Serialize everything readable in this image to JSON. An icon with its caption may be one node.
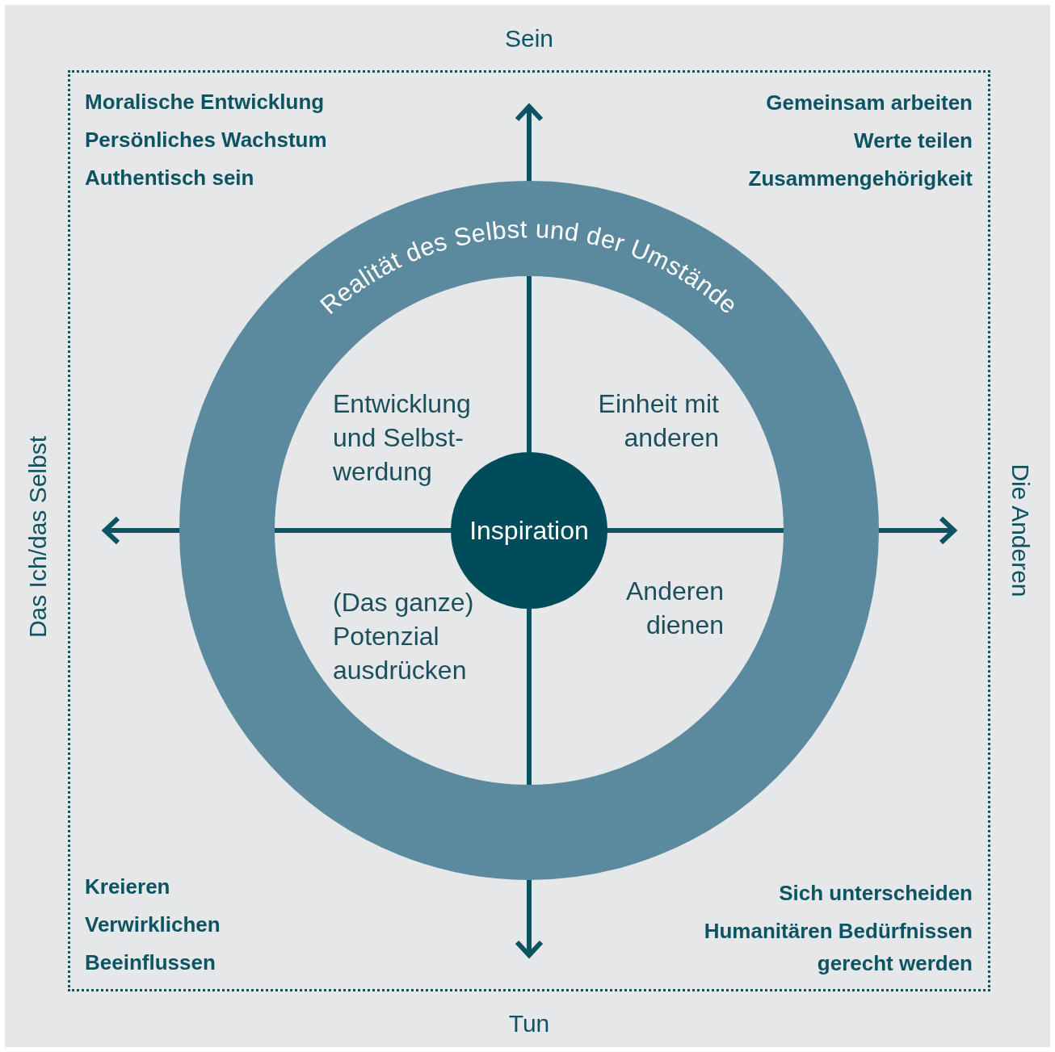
{
  "diagram": {
    "nodes": [
      {
        "text": [
          "Realität des Selbst und der Umstände"
        ]
      },
      {
        "text": [
          "Inspiration"
        ],
        "in": 0
      }
    ],
    "labels": [
      "Sein",
      "Moralische Entwicklung",
      "Persönliches Wachstum",
      "Authentisch sein",
      "Gemeinsam arbeiten",
      "Werte teilen",
      "Zusammengehörigkeit",
      "Entwicklung und Selbst- werdung",
      "Einheit mit anderen",
      "Das Ich/das Selbst",
      "Die Anderen",
      "(Das ganze) Potenzial ausdrücken",
      "Anderen dienen",
      "Kreieren",
      "Verwirklichen",
      "Beeinflussen",
      "Sich unterscheiden",
      "Humanitären Bedürfnissen gerecht werden",
      "Tun"
    ]
  }
}
